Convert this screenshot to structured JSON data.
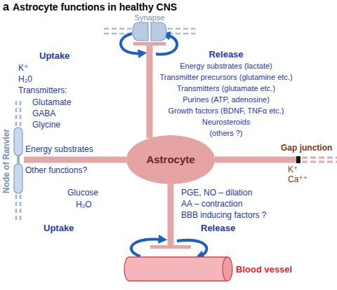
{
  "diagram": {
    "title": "Astrocyte functions in healthy CNS",
    "nodes": [
      {
        "text": [
          "Synapse"
        ]
      },
      {
        "text": [
          "Node of Ranvier"
        ]
      },
      {
        "text": [
          "Astrocyte"
        ]
      },
      {
        "text": [
          "Gap junction"
        ]
      },
      {
        "text": [
          "Blood vessel"
        ]
      }
    ],
    "edges": [
      {
        "from": 2,
        "to": 0,
        "arrow": "none"
      },
      {
        "from": 2,
        "to": 1,
        "arrow": "none"
      },
      {
        "from": 2,
        "to": 3,
        "arrow": "none"
      },
      {
        "from": 2,
        "to": 4,
        "arrow": "none"
      }
    ],
    "labels": [
      "a",
      "Uptake",
      "K⁺",
      "H₂0",
      "Transmitters:",
      "Glutamate",
      "GABA",
      "Glycine",
      "Release",
      "Energy substrates (lactate)",
      "Transmitter precursors (glutamine etc.)",
      "Transmitters (glutamate etc.)",
      "Purines (ATP, adenosine)",
      "Growth factors (BDNF, TNFα etc.)",
      "Neurosteroids",
      "(others ?)",
      "Energy substrates",
      "Other functions?",
      "K⁺",
      "Ca⁺⁺",
      "Glucose",
      "H₂O",
      "Uptake",
      "PGE, NO – dilation",
      "AA – contraction",
      "BBB inducing factors ?",
      "Release"
    ]
  }
}
